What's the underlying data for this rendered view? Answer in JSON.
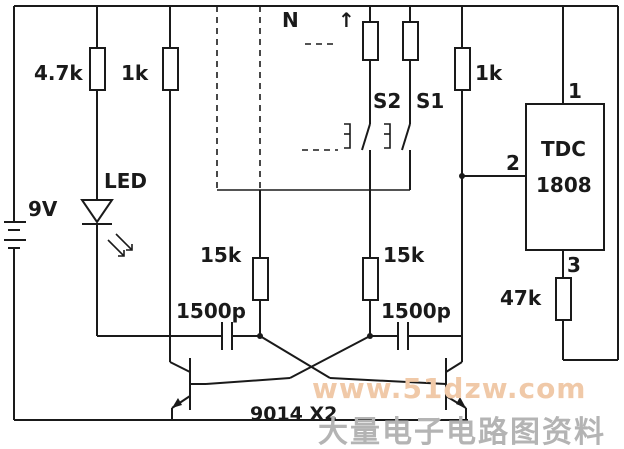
{
  "diagram": {
    "labels": {
      "r_led": "4.7k",
      "r1": "1k",
      "r2": "1k",
      "led": "LED",
      "battery": "9V",
      "n": "N",
      "arrow": "↑",
      "s2": "S2",
      "s1": "S1",
      "r_base_left": "15k",
      "r_base_right": "15k",
      "cap_left": "1500p",
      "cap_right": "1500p",
      "transistors": "9014 X2",
      "ic_name": "TDC",
      "ic_part": "1808",
      "pin1": "1",
      "pin2": "2",
      "pin3": "3",
      "r_pin3": "47k"
    },
    "watermark": {
      "url": "www.51dzw.com",
      "cn": "大量电子电路图资料"
    }
  }
}
